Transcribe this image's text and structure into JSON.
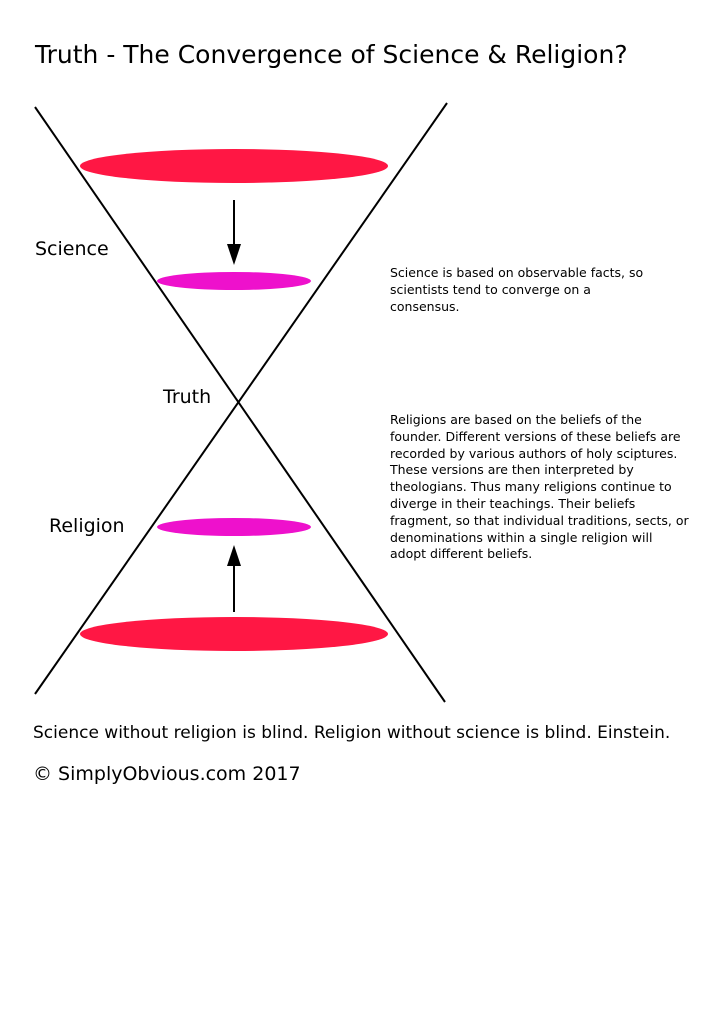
{
  "title": "Truth - The Convergence of Science & Religion?",
  "labels": {
    "science": "Science",
    "truth": "Truth",
    "religion": "Religion"
  },
  "notes": {
    "science": "Science is based on observable facts, so scientists tend to converge on a consensus.",
    "religion": "Religions are based on the beliefs of the founder. Different versions of these beliefs are recorded by various authors of holy sciptures. These versions are then interpreted by theologians. Thus many religions continue to diverge in their teachings. Their beliefs fragment, so that individual traditions, sects, or denominations within a single religion will adopt different beliefs."
  },
  "quote": "Science without religion is blind. Religion without science is blind. Einstein.",
  "copyright": "© SimplyObvious.com 2017",
  "colors": {
    "wide_ellipse": "#ff1744",
    "narrow_ellipse": "#ee11cc",
    "lines": "#000000"
  }
}
